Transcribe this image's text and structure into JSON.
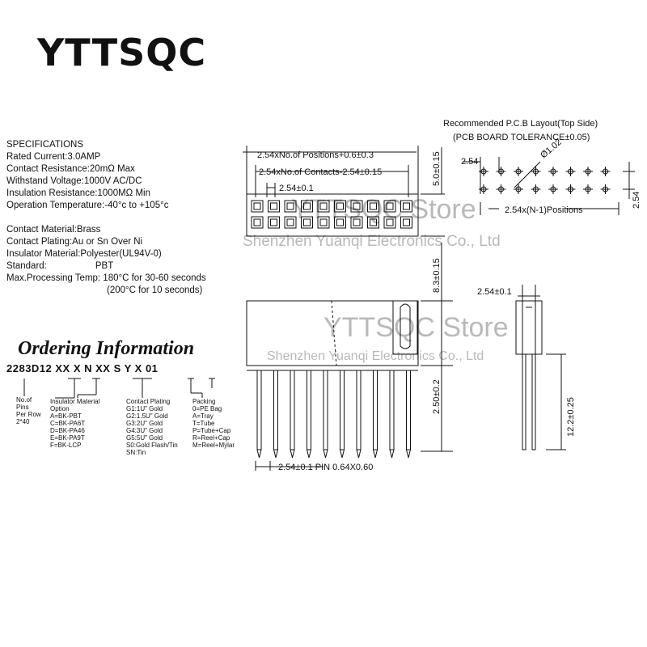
{
  "brand": "YTTSQC",
  "specs": {
    "heading": "SPECIFICATIONS",
    "rated_current": "Rated Current:3.0AMP",
    "contact_resistance": "Contact Resistance:20mΩ Max",
    "withstand_voltage": "Withstand Voltage:1000V AC/DC",
    "insulation_resistance": "Insulation Resistance:1000MΩ Min",
    "operation_temperature": "Operation Temperature:-40°c to +105°c",
    "contact_material": "Contact Material:Brass",
    "contact_plating": "Contact Plating:Au or Sn Over Ni",
    "insulator_material": "Insulator Material:Polyester(UL94V-0)",
    "standard_label": "Standard:",
    "standard_value": "PBT",
    "max_processing_1": "Max.Processing Temp: 180°C for 30-60 seconds",
    "max_processing_2": "(200°C for 10 seconds)"
  },
  "ordering": {
    "title": "Ordering Information",
    "code": "2283D12 XX X N XX S Y X 01",
    "no_of_pins": [
      "No.of",
      "Pins",
      "Per Row",
      "2*40"
    ],
    "insulator": [
      "Insulator Material",
      "Option",
      "A=BK-PBT",
      "C=BK-PA6T",
      "D=BK-PA46",
      "E=BK-PA9T",
      "F=BK-LCP"
    ],
    "plating": [
      "Contact Plating",
      "G1:1U\" Gold",
      "G2:1.5U\" Gold",
      "G3:2U\" Gold",
      "G4:3U\" Gold",
      "G5:5U\" Gold",
      "S0:Gold Flash/Tin",
      "SN:Tin"
    ],
    "packing": [
      "Packing",
      "0=PE Bag",
      "A=Tray",
      "T=Tube",
      "P=Tube+Cap",
      "R=Reel+Cap",
      "M=Reel+Mylar"
    ]
  },
  "pcb": {
    "title": "Recommended P.C.B Layout(Top Side)",
    "tolerance": "(PCB BOARD TOLERANCE±0.05)",
    "pitch_h": "2.54",
    "hole": "Ø1.02",
    "positions": "2.54x(N-1)Positions",
    "pitch_v": "2.54"
  },
  "dims": {
    "positions": "2.54xNo.of Positions+0.6±0.3",
    "contacts": "2.54xNo.of Contacts-2.54±0.15",
    "pitch_top": "2.54±0.1",
    "height_top": "5.0±0.15",
    "body_height": "8.3±0.15",
    "tail_width": "2.50±0.2",
    "pin": "2.54±0.1  PIN 0.64X0.60",
    "side_pitch": "2.54±0.1",
    "tail_length": "12.2±0.25"
  },
  "watermark": {
    "store_1": "YTTSQC Store",
    "company_1": "Shenzhen Yuanqi Electronics Co., Ltd",
    "store_2": "YTTSQC Store",
    "company_2": "Shenzhen Yuanqi Electronics Co., Ltd"
  }
}
